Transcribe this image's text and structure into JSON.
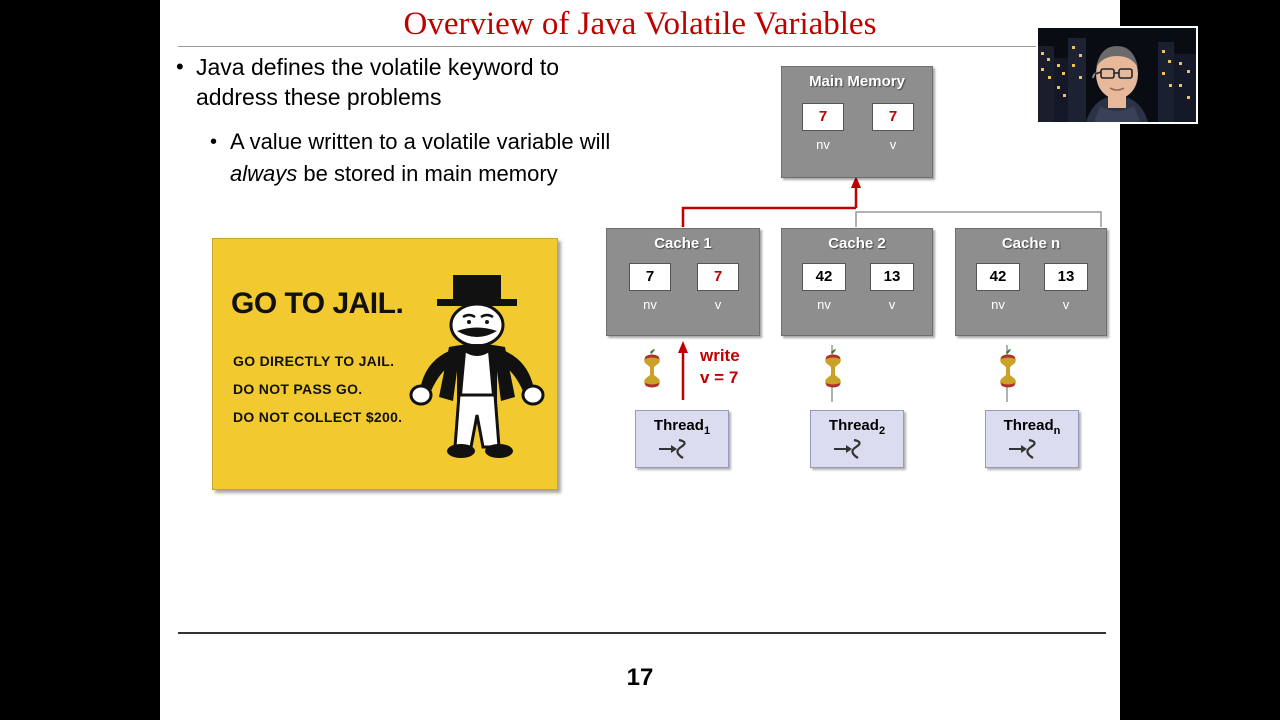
{
  "slide": {
    "title": "Overview of Java Volatile Variables",
    "page_number": "17",
    "bullets": [
      {
        "marker": "•",
        "text": "Java defines the volatile keyword to address these problems"
      },
      {
        "marker": "•",
        "text_before": "A value written to a volatile variable will ",
        "emphasis": "always",
        "text_after": " be stored in main memory"
      }
    ],
    "image": {
      "name": "go-to-jail-card",
      "title": "GO TO JAIL.",
      "lines": [
        "GO DIRECTLY TO JAIL.",
        "DO NOT PASS GO.",
        "DO NOT COLLECT $200."
      ],
      "background_color": "#f2ca30"
    }
  },
  "diagram": {
    "main_memory": {
      "title": "Main Memory",
      "cells": [
        {
          "value": "7",
          "label": "nv",
          "color": "#c00000"
        },
        {
          "value": "7",
          "label": "v",
          "color": "#c00000"
        }
      ]
    },
    "caches": [
      {
        "title": "Cache 1",
        "cells": [
          {
            "value": "7",
            "label": "nv",
            "color": "#000000"
          },
          {
            "value": "7",
            "label": "v",
            "color": "#c00000"
          }
        ]
      },
      {
        "title": "Cache 2",
        "cells": [
          {
            "value": "42",
            "label": "nv",
            "color": "#000000"
          },
          {
            "value": "13",
            "label": "v",
            "color": "#000000"
          }
        ]
      },
      {
        "title": "Cache n",
        "cells": [
          {
            "value": "42",
            "label": "nv",
            "color": "#000000"
          },
          {
            "value": "13",
            "label": "v",
            "color": "#000000"
          }
        ]
      }
    ],
    "threads": [
      {
        "name": "Thread",
        "subscript": "1"
      },
      {
        "name": "Thread",
        "subscript": "2"
      },
      {
        "name": "Thread",
        "subscript": "n"
      }
    ],
    "annotation": {
      "line1": "write",
      "line2": "v = 7",
      "color": "#c00000"
    },
    "arrow_color_highlight": "#c00000",
    "arrow_color_normal": "#999999"
  },
  "webcam": {
    "label": "presenter-webcam"
  }
}
